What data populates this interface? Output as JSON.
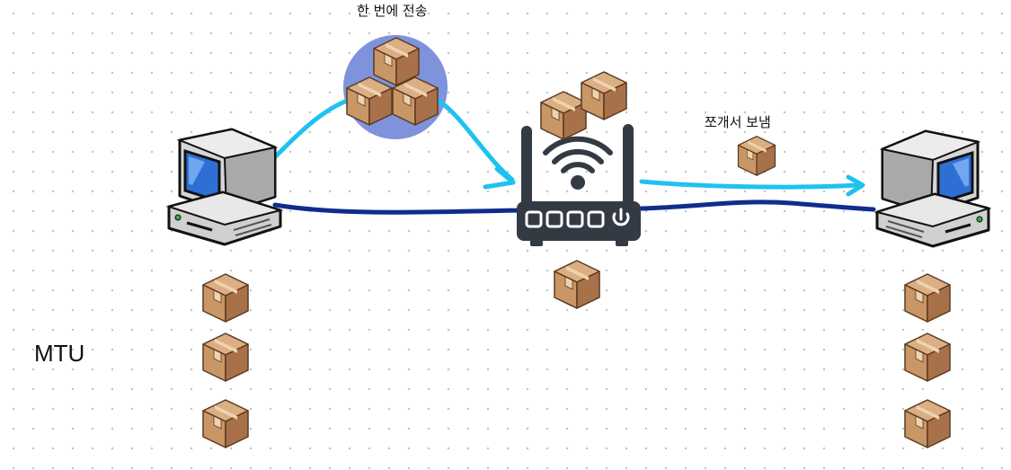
{
  "labels": {
    "burst_send": "한 번에 전송",
    "split_send": "쪼개서 보냄",
    "mtu": "MTU"
  },
  "colors": {
    "background": "#ffffff",
    "grid_dot": "#c4c4c4",
    "cluster_circle": "#7f93dc",
    "arc_arrow": "#1ec2f0",
    "cable": "#0f2d8c",
    "router_body": "#333a44",
    "box_light": "#d4a377",
    "box_dark": "#a87149",
    "monitor_screen": "#2e6fd4"
  },
  "icons": {
    "computer": "desktop-computer-icon",
    "router": "wifi-router-icon",
    "package": "cardboard-box-icon"
  }
}
